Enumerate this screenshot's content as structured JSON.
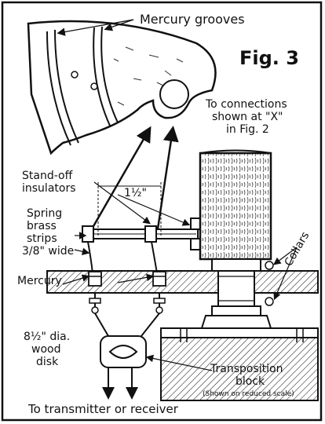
{
  "figure_title": "Fig. 3",
  "labels": {
    "mercury_grooves": "Mercury grooves",
    "connections_1": "To connections",
    "connections_2": "shown at \"X\"",
    "connections_3": "in Fig. 2",
    "standoff_1": "Stand-off",
    "standoff_2": "insulators",
    "dimension": "1½\"",
    "spring_1": "Spring",
    "spring_2": "brass",
    "spring_3": "strips",
    "spring_4": "3/8\" wide",
    "collars": "Collars",
    "mercury": "Mercury",
    "disk_1": "8½\" dia.",
    "disk_2": "wood",
    "disk_3": "disk",
    "transposition_1": "Transposition",
    "transposition_2": "block",
    "reduced_scale": "(Shown on reduced scale)",
    "bottom": "To transmitter or receiver"
  },
  "colors": {
    "ink": "#111111",
    "paper": "#ffffff"
  }
}
